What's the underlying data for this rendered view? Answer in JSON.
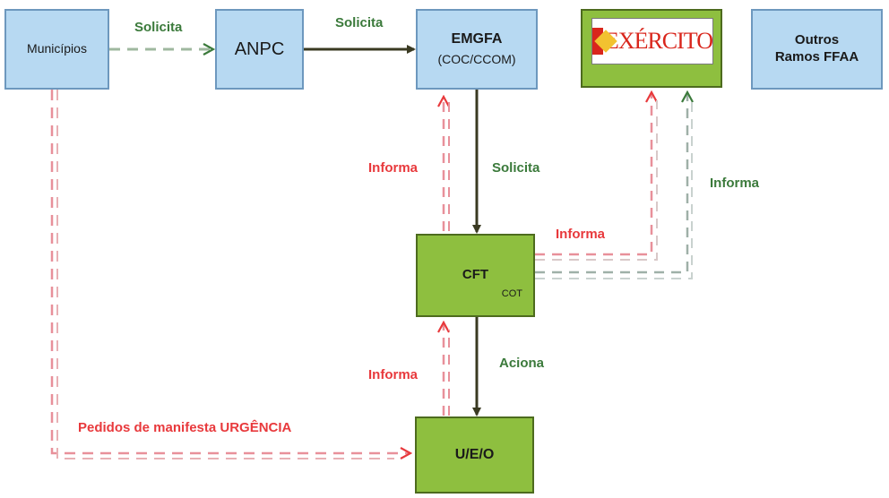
{
  "nodes": {
    "municipios": "Municípios",
    "anpc": "ANPC",
    "emgfa": "EMGFA",
    "emgfa_sub": "(COC/CCOM)",
    "exercito": "EXÉRCITO",
    "outros_line1": "Outros",
    "outros_line2": "Ramos FFAA",
    "cft": "CFT",
    "cft_sub": "COT",
    "ueo": "U/E/O"
  },
  "edges": {
    "mun_to_anpc": "Solicita",
    "anpc_to_emgfa": "Solicita",
    "emgfa_to_cft": "Solicita",
    "cft_to_emgfa": "Informa",
    "cft_to_exercito": "Informa",
    "cft_to_outros": "Informa",
    "cft_to_ueo": "Aciona",
    "ueo_to_cft": "Informa",
    "mun_to_ueo": "Pedidos de manifesta URGÊNCIA"
  },
  "colors": {
    "box_blue": "#b7d9f2",
    "box_green": "#8ebf3f",
    "arrow_red": "#e8393c",
    "arrow_green": "#3b7a3b",
    "arrow_solid": "#3a3a22"
  }
}
